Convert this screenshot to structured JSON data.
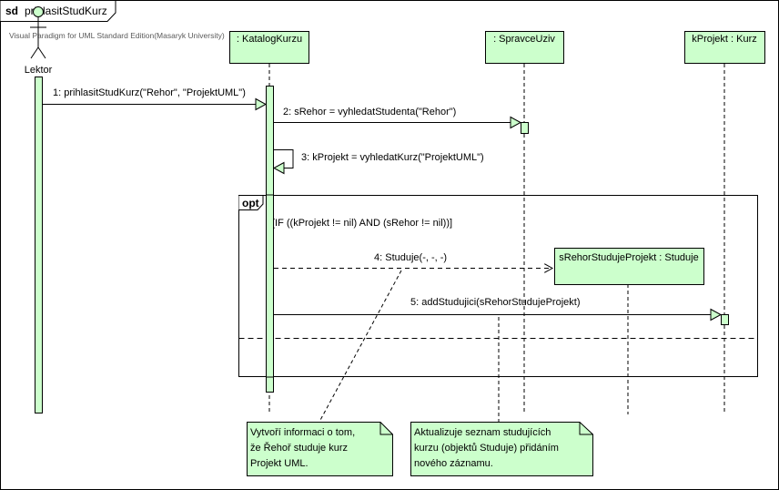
{
  "frame": {
    "keyword": "sd",
    "name": "prihlasitStudKurz",
    "watermark": "Visual Paradigm for UML Standard Edition(Masaryk University)"
  },
  "lifelines": {
    "lektor": "Lektor",
    "katalog": ": KatalogKurzu",
    "spravce": ": SpravceUziv",
    "kprojekt": "kProjekt : Kurz",
    "studuje": "sRehorStudujeProjekt : Studuje"
  },
  "messages": {
    "m1": "1: prihlasitStudKurz(\"Rehor\", \"ProjektUML\")",
    "m2": "2: sRehor = vyhledatStudenta(\"Rehor\")",
    "m3": "3: kProjekt = vyhledatKurz(\"ProjektUML\")",
    "m4": "4: Studuje(-, -, -)",
    "m5": "5: addStudujici(sRehorStudujeProjekt)"
  },
  "fragment": {
    "operator": "opt",
    "guard": "[IF ((kProjekt != nil) AND (sRehor != nil))]"
  },
  "notes": {
    "note1": [
      "Vytvoří informaci o tom,",
      "že Řehoř studuje kurz",
      "Projekt UML."
    ],
    "note2": [
      "Aktualizuje seznam studujících",
      "kurzu (objektů Studuje) přidáním",
      "nového záznamu."
    ]
  },
  "colors": {
    "fill": "#ccffcc",
    "stroke": "#000000"
  }
}
